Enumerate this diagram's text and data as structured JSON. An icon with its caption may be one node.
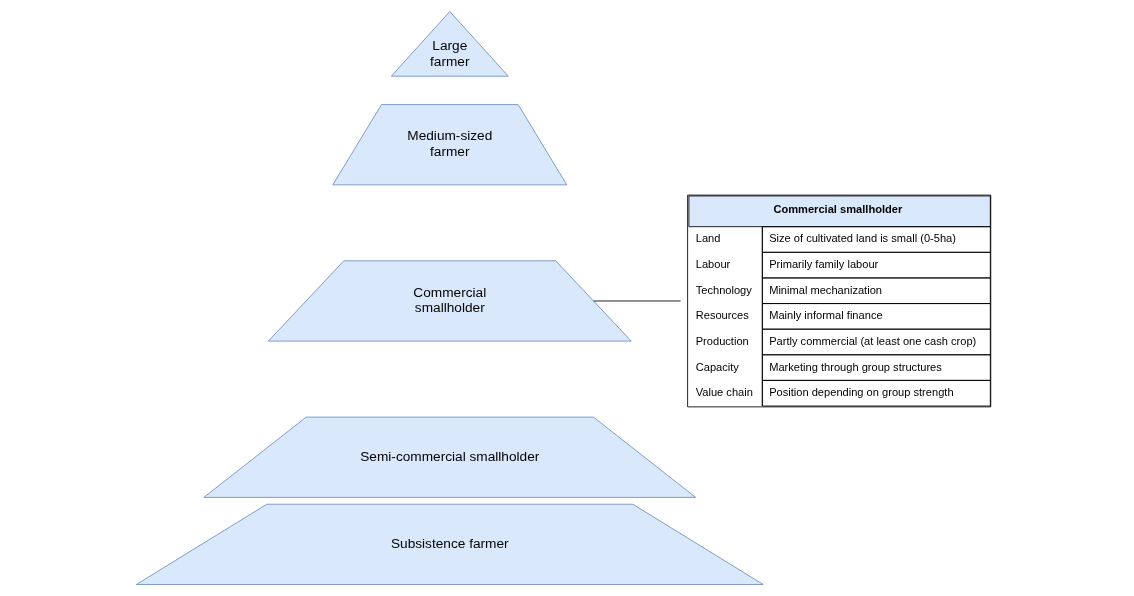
{
  "diagram": {
    "nodes": [
      {
        "text": [
          "Large farmer"
        ]
      },
      {
        "text": [
          "Medium-sized farmer"
        ]
      },
      {
        "text": [
          "Commercial smallholder"
        ]
      },
      {
        "text": [
          "Semi-commercial smallholder"
        ]
      },
      {
        "text": [
          "Subsistence farmer"
        ]
      },
      {
        "text": [
          "Commercial smallholder",
          "Land",
          "Size of cultivated land is small (0-5ha)",
          "Labour",
          "Primarily family labour",
          "Technology",
          "Minimal mechanization",
          "Resources",
          "Mainly informal finance",
          "Production",
          "Partly commercial (at least one cash crop)",
          "Capacity",
          "Marketing through group structures",
          "Value chain",
          "Position depending on group strength"
        ]
      }
    ],
    "edges": [
      {
        "from": 2,
        "to": 5,
        "arrow": "none"
      }
    ]
  }
}
